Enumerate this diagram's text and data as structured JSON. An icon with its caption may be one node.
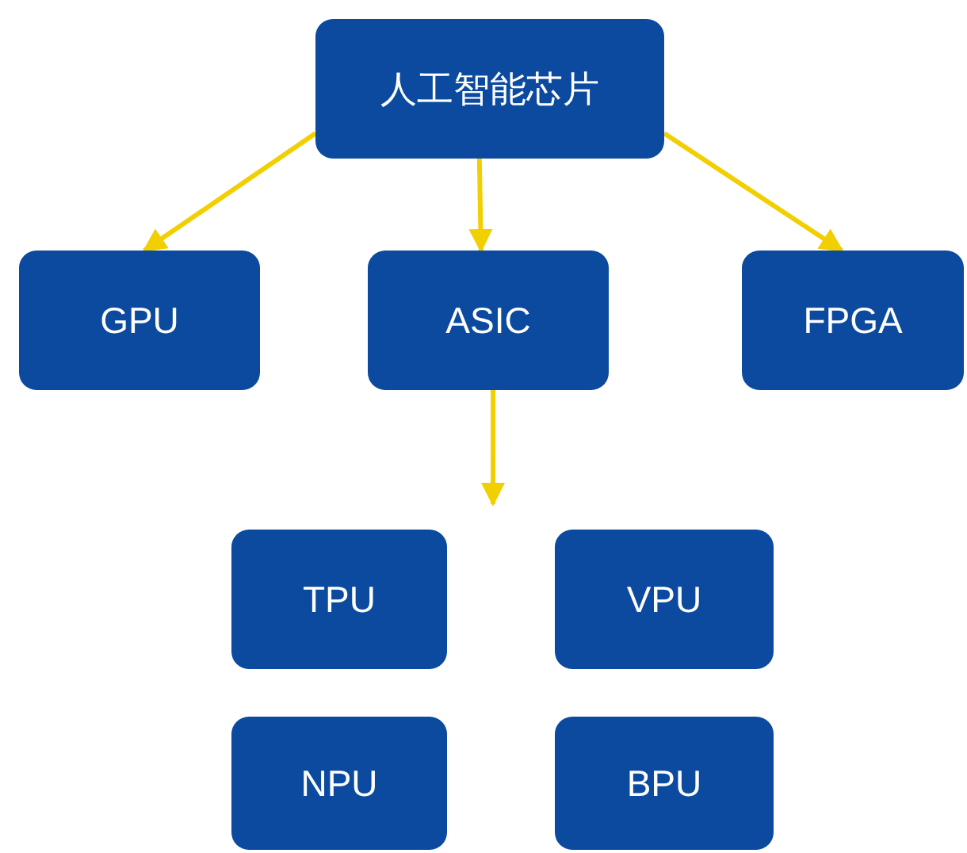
{
  "diagram": {
    "nodes": [
      {
        "text": [
          "人工智能芯片"
        ]
      },
      {
        "text": [
          "GPU"
        ]
      },
      {
        "text": [
          "ASIC"
        ]
      },
      {
        "text": [
          "FPGA"
        ]
      },
      {
        "text": [
          "TPU"
        ]
      },
      {
        "text": [
          "VPU"
        ]
      },
      {
        "text": [
          "NPU"
        ]
      },
      {
        "text": [
          "BPU"
        ]
      }
    ],
    "edges": [
      {
        "from": 0,
        "to": 1,
        "arrow": "to"
      },
      {
        "from": 0,
        "to": 2,
        "arrow": "to"
      },
      {
        "from": 0,
        "to": 3,
        "arrow": "to"
      },
      {
        "from": 2,
        "to": null,
        "arrow": "to"
      }
    ]
  }
}
